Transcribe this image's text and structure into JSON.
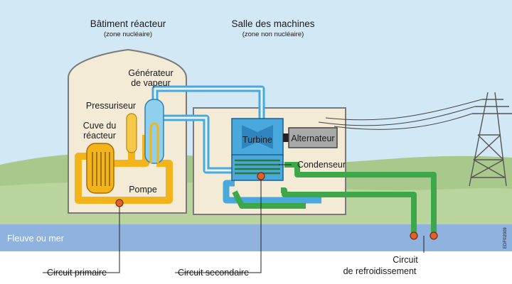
{
  "buildings": {
    "reactor": {
      "title": "Bâtiment réacteur",
      "subtitle": "(zone nucléaire)"
    },
    "machines": {
      "title": "Salle des machines",
      "subtitle": "(zone non nucléaire)"
    }
  },
  "components": {
    "steam_generator": [
      "Générateur",
      "de vapeur"
    ],
    "pressurizer": "Pressuriseur",
    "reactor_vessel": [
      "Cuve du",
      "réacteur"
    ],
    "pump": "Pompe",
    "turbine": "Turbine",
    "alternator": "Alternateur",
    "condenser": "Condenseur"
  },
  "water": {
    "label": "Fleuve ou mer"
  },
  "circuits": {
    "primary": "Circuit primaire",
    "secondary": "Circuit secondaire",
    "cooling": [
      "Circuit",
      "de refroidissement"
    ]
  },
  "credit": "EDF©2009",
  "colors": {
    "sky": "#cfe6f4",
    "hills": "#a7c78a",
    "water": "#8fb2df",
    "building": "#f2ead6",
    "primary": "#f2b31b",
    "secondary": "#49a8dc",
    "cooling": "#3da84a",
    "valve": "#e0622a"
  }
}
